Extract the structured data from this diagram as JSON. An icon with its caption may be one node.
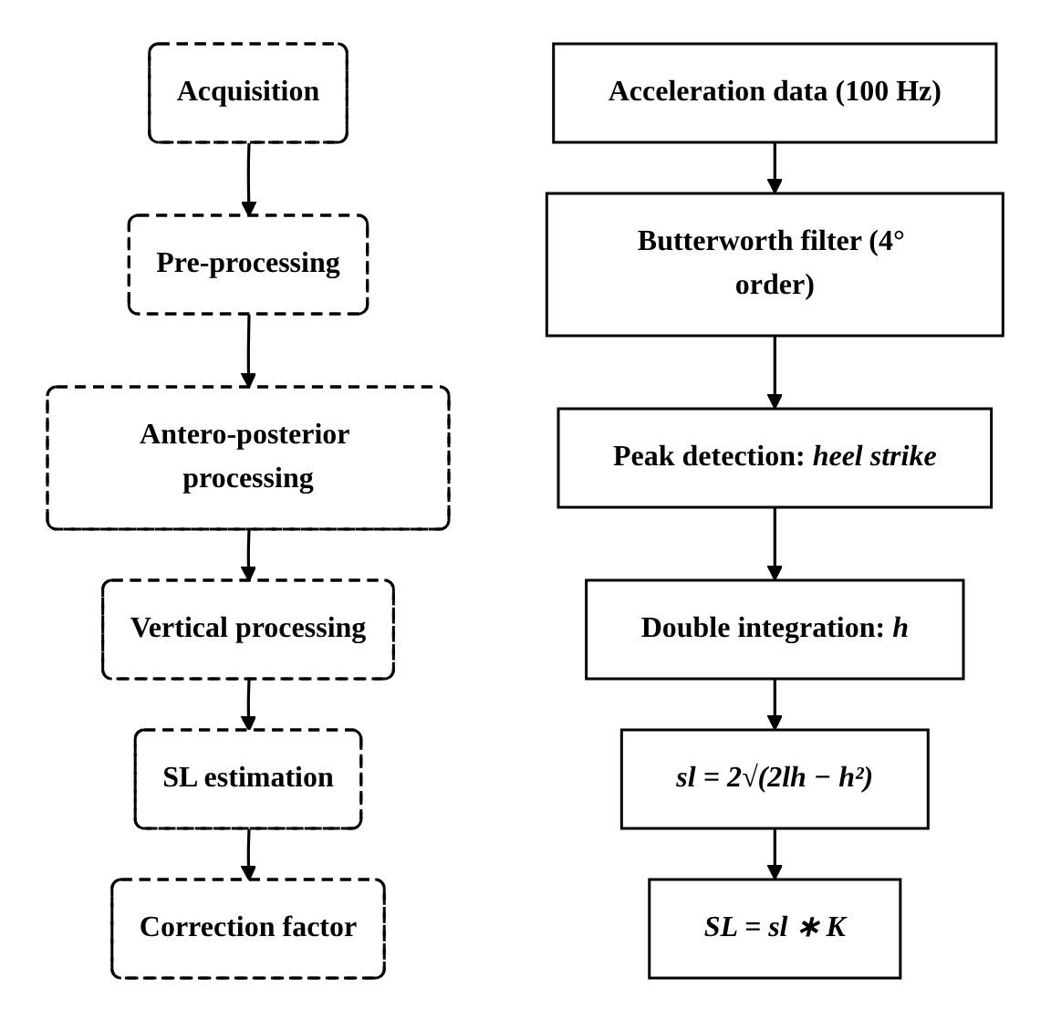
{
  "diagram": {
    "nodes": [
      {
        "text": [
          "Acquisition"
        ]
      },
      {
        "text": [
          "Pre-processing"
        ]
      },
      {
        "text": [
          "Antero-posterior processing"
        ]
      },
      {
        "text": [
          "Vertical processing"
        ]
      },
      {
        "text": [
          "SL estimation"
        ]
      },
      {
        "text": [
          "Correction factor"
        ]
      },
      {
        "text": [
          "Acceleration data (100 Hz)"
        ]
      },
      {
        "text": [
          "Butterworth filter (4° order)"
        ]
      },
      {
        "text": [
          "Peak detection: *heel strike*"
        ]
      },
      {
        "text": [
          "Double integration: *h*"
        ]
      },
      {
        "text": [
          "sl = 2√(2lh − h²)"
        ]
      },
      {
        "text": [
          "SL = sl ∗ K"
        ]
      }
    ],
    "edges": [
      {
        "from": 0,
        "to": 1,
        "arrow": "to"
      },
      {
        "from": 1,
        "to": 2,
        "arrow": "to"
      },
      {
        "from": 2,
        "to": 3,
        "arrow": "to"
      },
      {
        "from": 3,
        "to": 4,
        "arrow": "to"
      },
      {
        "from": 4,
        "to": 5,
        "arrow": "to"
      },
      {
        "from": 6,
        "to": 7,
        "arrow": "to"
      },
      {
        "from": 7,
        "to": 8,
        "arrow": "to"
      },
      {
        "from": 8,
        "to": 9,
        "arrow": "to"
      },
      {
        "from": 9,
        "to": 10,
        "arrow": "to"
      },
      {
        "from": 10,
        "to": 11,
        "arrow": "to"
      }
    ]
  }
}
